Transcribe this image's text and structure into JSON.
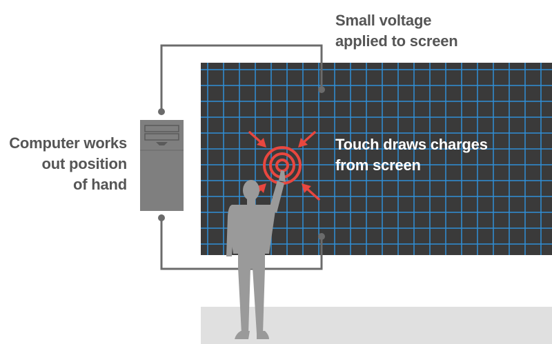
{
  "labels": {
    "voltage": [
      "Small voltage",
      "applied to screen"
    ],
    "computer": [
      "Computer works",
      "out position",
      "of hand"
    ],
    "touch": [
      "Touch draws charges",
      "from screen"
    ]
  },
  "colors": {
    "screen_bg": "#3a3a3a",
    "grid": "#2f8fd8",
    "wire": "#6b6b6b",
    "computer": "#7f7f7f",
    "person": "#9a9a9a",
    "floor": "#e0e0e0",
    "touch": "#e8473f",
    "label_dark": "#555555",
    "label_light": "#ffffff"
  },
  "icons": {
    "computer": "computer-tower-icon",
    "person": "person-silhouette-icon",
    "touch": "touch-target-icon",
    "arrows": "inward-arrow-icon"
  }
}
